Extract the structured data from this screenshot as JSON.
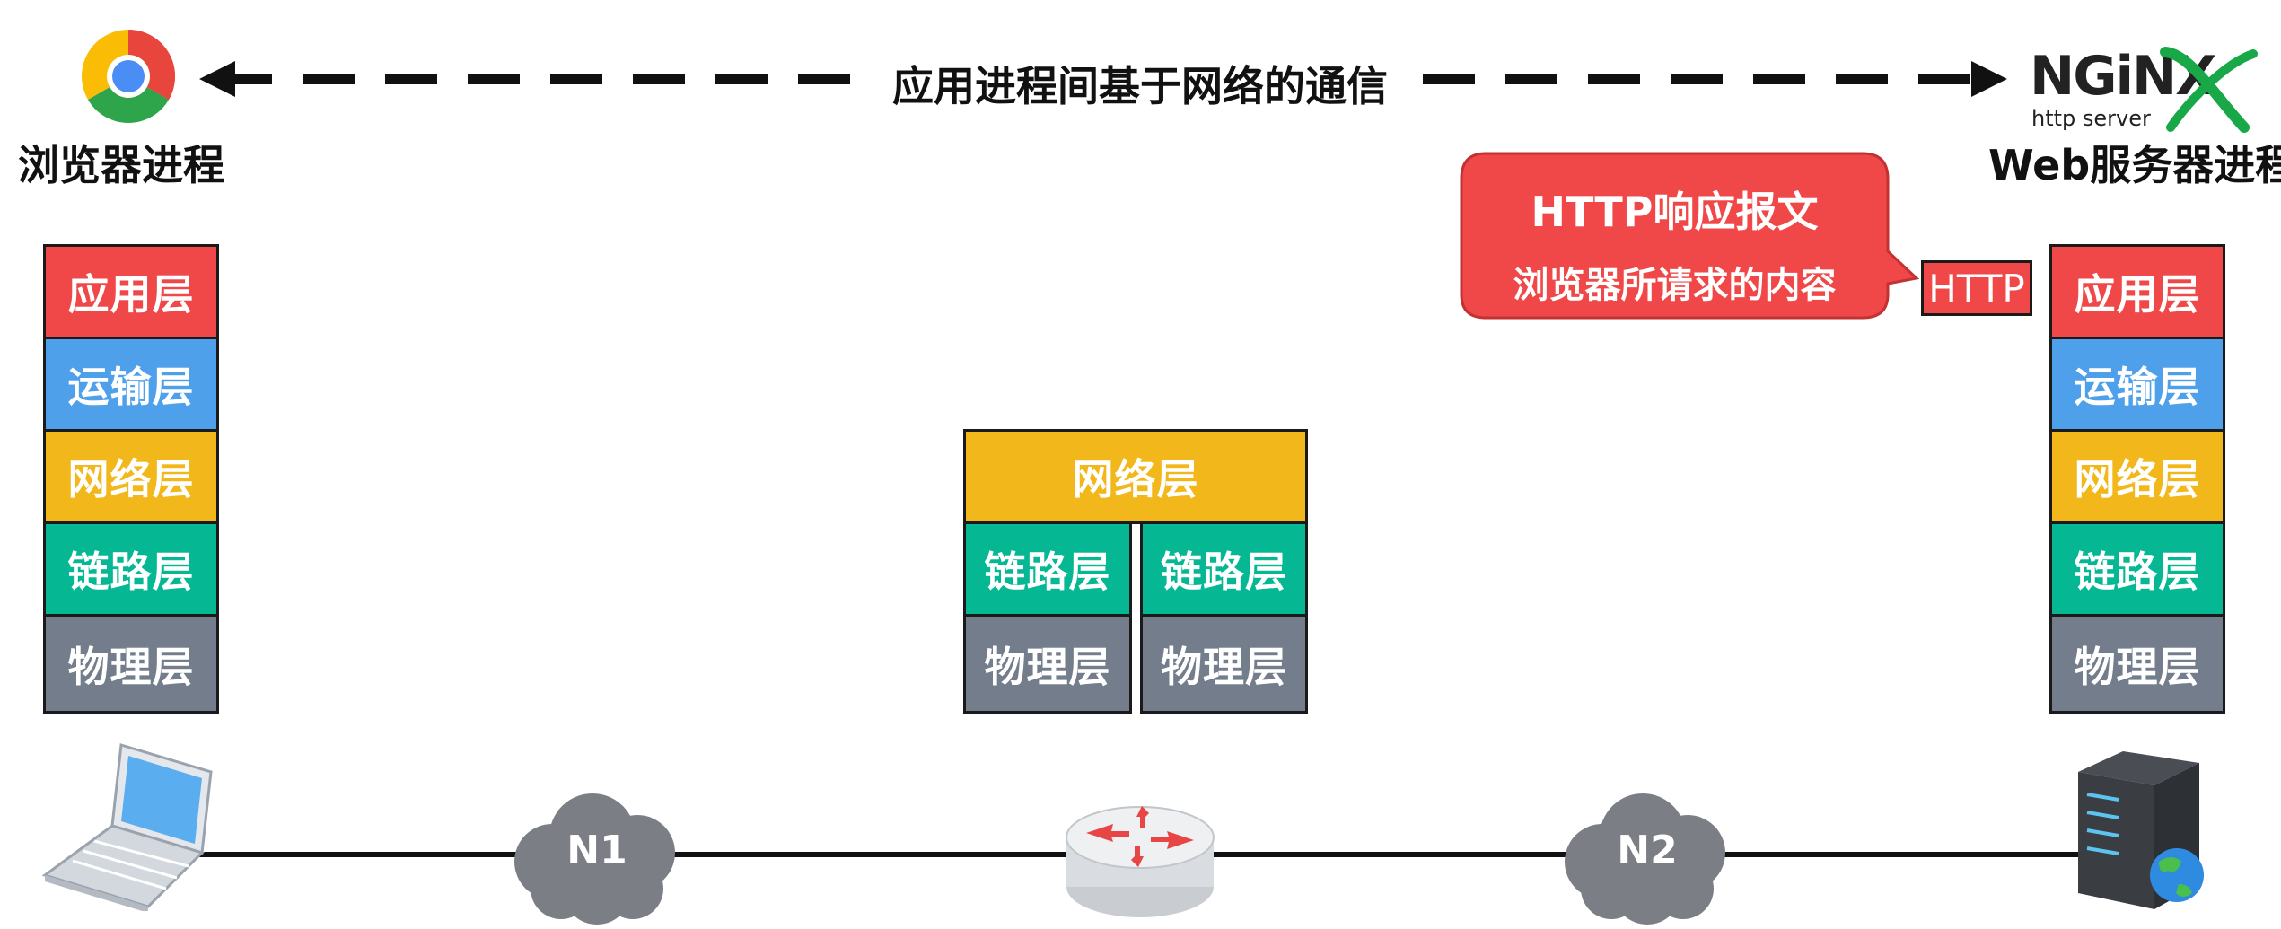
{
  "top_arrow": {
    "label": "应用进程间基于网络的通信"
  },
  "client": {
    "label": "浏览器进程",
    "icon": "chrome-icon"
  },
  "server": {
    "label": "Web服务器进程",
    "logo_text": "NGiNX",
    "logo_subtext": "http server",
    "icon": "nginx-logo"
  },
  "callout": {
    "title": "HTTP响应报文",
    "subtitle": "浏览器所请求的内容",
    "tag": "HTTP",
    "color": "#f04848"
  },
  "client_stack": [
    "应用层",
    "运输层",
    "网络层",
    "链路层",
    "物理层"
  ],
  "server_stack": [
    "应用层",
    "运输层",
    "网络层",
    "链路层",
    "物理层"
  ],
  "router_stack": {
    "network": "网络层",
    "left": [
      "链路层",
      "物理层"
    ],
    "right": [
      "链路层",
      "物理层"
    ]
  },
  "networks": {
    "n1": "N1",
    "n2": "N2"
  },
  "colors": {
    "application": "#f04848",
    "transport": "#4fa0ea",
    "network": "#f2b81b",
    "link": "#05b893",
    "physical": "#737d8b"
  }
}
